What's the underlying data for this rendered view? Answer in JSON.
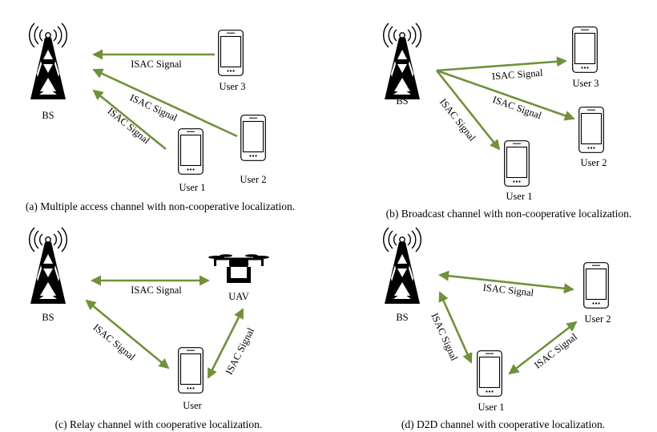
{
  "colors": {
    "arrow": "#70913a",
    "ink": "#000000"
  },
  "icons": {
    "tower": "tower-icon",
    "phone": "phone-icon",
    "drone": "drone-icon"
  },
  "panels": {
    "a": {
      "bs_label": "BS",
      "user1": "User 1",
      "user2": "User 2",
      "user3": "User 3",
      "sig1": "ISAC Signal",
      "sig2": "ISAC Signal",
      "sig3": "ISAC Signal",
      "caption": "(a) Multiple access channel with non-cooperative localization."
    },
    "b": {
      "bs_label": "BS",
      "user1": "User 1",
      "user2": "User 2",
      "user3": "User 3",
      "sig1": "ISAC Signal",
      "sig2": "ISAC Signal",
      "sig3": "ISAC Signal",
      "caption": "(b) Broadcast channel with non-cooperative localization."
    },
    "c": {
      "bs_label": "BS",
      "user": "User",
      "uav": "UAV",
      "sig1": "ISAC Signal",
      "sig2": "ISAC Signal",
      "sig3": "ISAC Signal",
      "caption": "(c) Relay channel with cooperative localization."
    },
    "d": {
      "bs_label": "BS",
      "user1": "User 1",
      "user2": "User 2",
      "sig1": "ISAC Signal",
      "sig2": "ISAC Signal",
      "sig3": "ISAC Signal",
      "caption": "(d) D2D channel with cooperative localization."
    }
  }
}
